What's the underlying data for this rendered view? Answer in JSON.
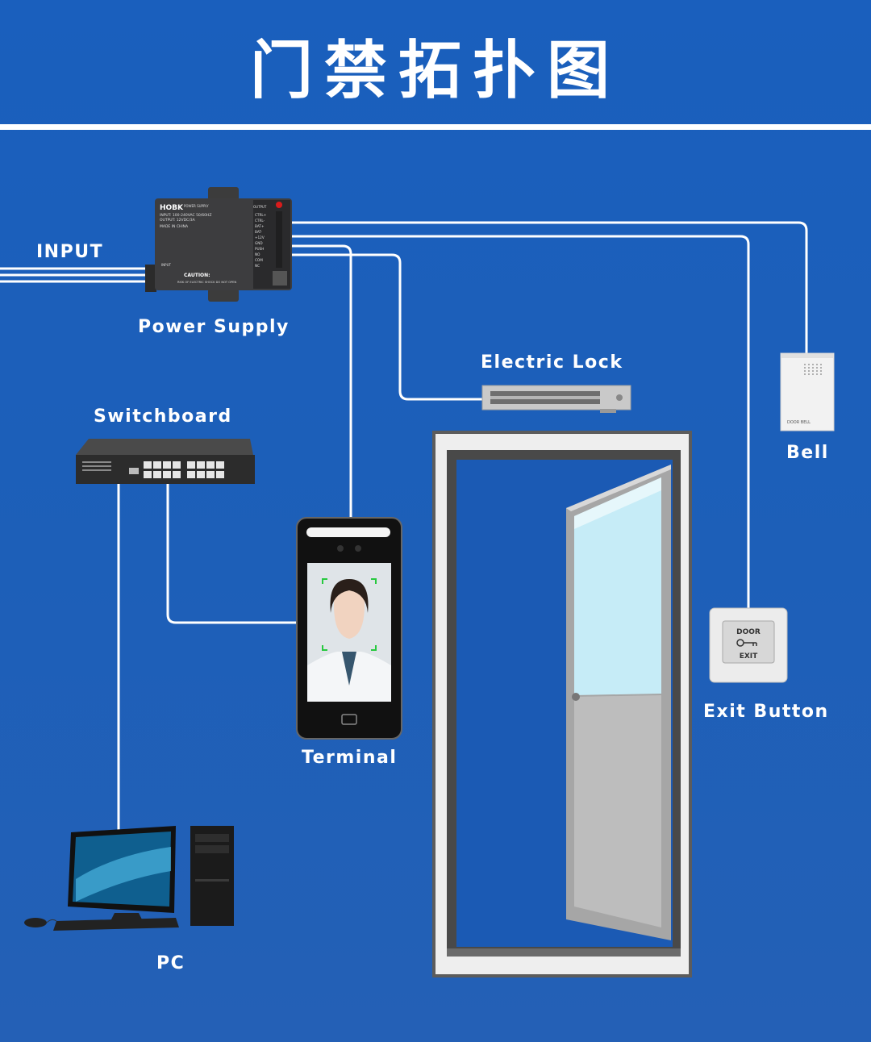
{
  "title": "门禁拓扑图",
  "labels": {
    "input": "INPUT",
    "power_supply": "Power Supply",
    "electric_lock": "Electric Lock",
    "switchboard": "Switchboard",
    "bell": "Bell",
    "terminal": "Terminal",
    "exit_button": "Exit Button",
    "pc": "PC"
  },
  "power_supply": {
    "brand": "HOBK",
    "model": "POWER SUPPLY",
    "input_spec": "INPUT: 100-240VAC 50/60HZ",
    "output_spec": "OUTPUT: 12VDC/3A",
    "made_in": "MADE IN CHINA",
    "caution": "CAUTION:",
    "warning": "RISK OF ELECTRIC SHOCK DO NOT OPEN",
    "output_header": "OUTPUT",
    "input_header": "INPUT",
    "terminals": [
      "CTRL+",
      "CTRL-",
      "BAT+",
      "BAT-",
      "+12V",
      "GND",
      "PUSH",
      "NO",
      "COM",
      "NC"
    ]
  },
  "bell_device_text": "DOOR BELL",
  "exit_button_device": {
    "top": "DOOR",
    "bottom": "EXIT"
  },
  "colors": {
    "background": "#1a5fbd",
    "wire": "#ffffff",
    "text": "#ffffff"
  }
}
